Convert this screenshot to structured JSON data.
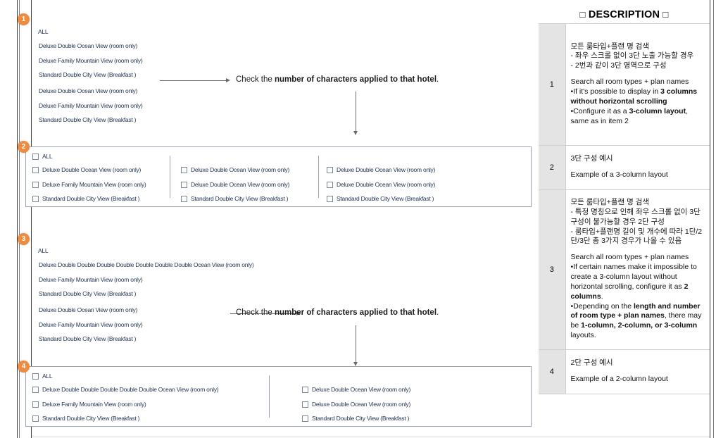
{
  "document": {
    "title": "Room type + plan name layout specification"
  },
  "steps": {
    "badge1": "1",
    "badge2": "2",
    "badge3": "3",
    "badge4": "4"
  },
  "captions": {
    "step1": {
      "prefix": "Check the ",
      "strong": "number of characters applied to that hotel",
      "suffix": "."
    },
    "step3": {
      "prefix": "Check the ",
      "strong": "number of characters applied to that hotel",
      "suffix": "."
    }
  },
  "section1": {
    "rows": [
      "ALL",
      "Deluxe Double Ocean View  (room only)",
      "Deluxe Family Mountain View (room only)",
      "Standard Double City View (Breakfast )",
      "Deluxe Double Ocean View  (room only)",
      "Deluxe Family Mountain View (room only)",
      "Standard Double City View (Breakfast )"
    ]
  },
  "section2": {
    "col1": [
      "ALL",
      "Deluxe Double Ocean View  (room only)",
      "Deluxe Family Mountain View (room only)",
      "Standard Double City View (Breakfast )"
    ],
    "col2": [
      "Deluxe Double Ocean View  (room only)",
      "Deluxe Double Ocean View  (room only)",
      "Standard Double City View (Breakfast )"
    ],
    "col3": [
      "Deluxe Double Ocean View  (room only)",
      "Deluxe Double Ocean View  (room only)",
      "Standard Double City View (Breakfast )"
    ]
  },
  "section3": {
    "rows": [
      "ALL",
      "Deluxe Double Double Double Double Double Double Double Ocean View  (room only)",
      "Deluxe Family Mountain View (room only)",
      "Standard Double City View (Breakfast )",
      "Deluxe Double Ocean View  (room only)",
      "Deluxe Family Mountain View (room only)",
      "Standard Double City View (Breakfast )"
    ]
  },
  "section4": {
    "col1": [
      "ALL",
      "Deluxe Double Double Double Double Double Ocean View  (room only)",
      "Deluxe Family Mountain View (room only)",
      "Standard Double City View (Breakfast )"
    ],
    "col2": [
      "Deluxe Double Ocean View  (room only)",
      "Deluxe Double Ocean View  (room only)",
      "Standard Double City View (Breakfast )"
    ]
  },
  "description": {
    "title_text": "DESCRIPTION",
    "title_left_glyph": "□",
    "title_right_glyph": "□",
    "rows": [
      {
        "num": "1",
        "ko": [
          "모든 룸타입+플랜 명 검색",
          "- 좌우 스크롤 없이 3단 노출 가능할 경우",
          "- 2번과 같이 3단 영역으로 구성"
        ],
        "en_html": "Search all room types + plan names<br>•If it's possible to display in <b>3 columns without horizontal scrolling</b><br>•Configure it as a <b>3-column layout</b>, same as in item 2"
      },
      {
        "num": "2",
        "ko": [
          "3단 구성 예시"
        ],
        "en_html": "Example of a 3-column layout"
      },
      {
        "num": "3",
        "ko": [
          "모든 룸타입+플랜 명 검색",
          "- 특정 명칭으로 인해 좌우 스크롤 없이 3단 구성이 불가능할 경우 2단 구성",
          "- 룸타입+플랜명 길이 및 개수에 따라 1단/2단/3단 총 3가지 경우가 나올 수 있음"
        ],
        "en_html": "Search all room types + plan names<br>•If certain names make it impossible to create a 3-column layout without horizontal scrolling, configure it as <b>2 columns</b>.<br>•Depending on the <b>length and number of room type + plan names</b>, there may be <b>1-column, 2-column, or 3-column</b> layouts."
      },
      {
        "num": "4",
        "ko": [
          "2단 구성 예시"
        ],
        "en_html": "Example of a 2-column layout"
      }
    ]
  },
  "colors": {
    "badge_orange": "#ED8B41",
    "room_text_navy": "#1F3250",
    "panel_border": "#9AA4B0",
    "desc_num_bg": "#E4E4E4",
    "arrow_gray": "#6B6B6B"
  }
}
